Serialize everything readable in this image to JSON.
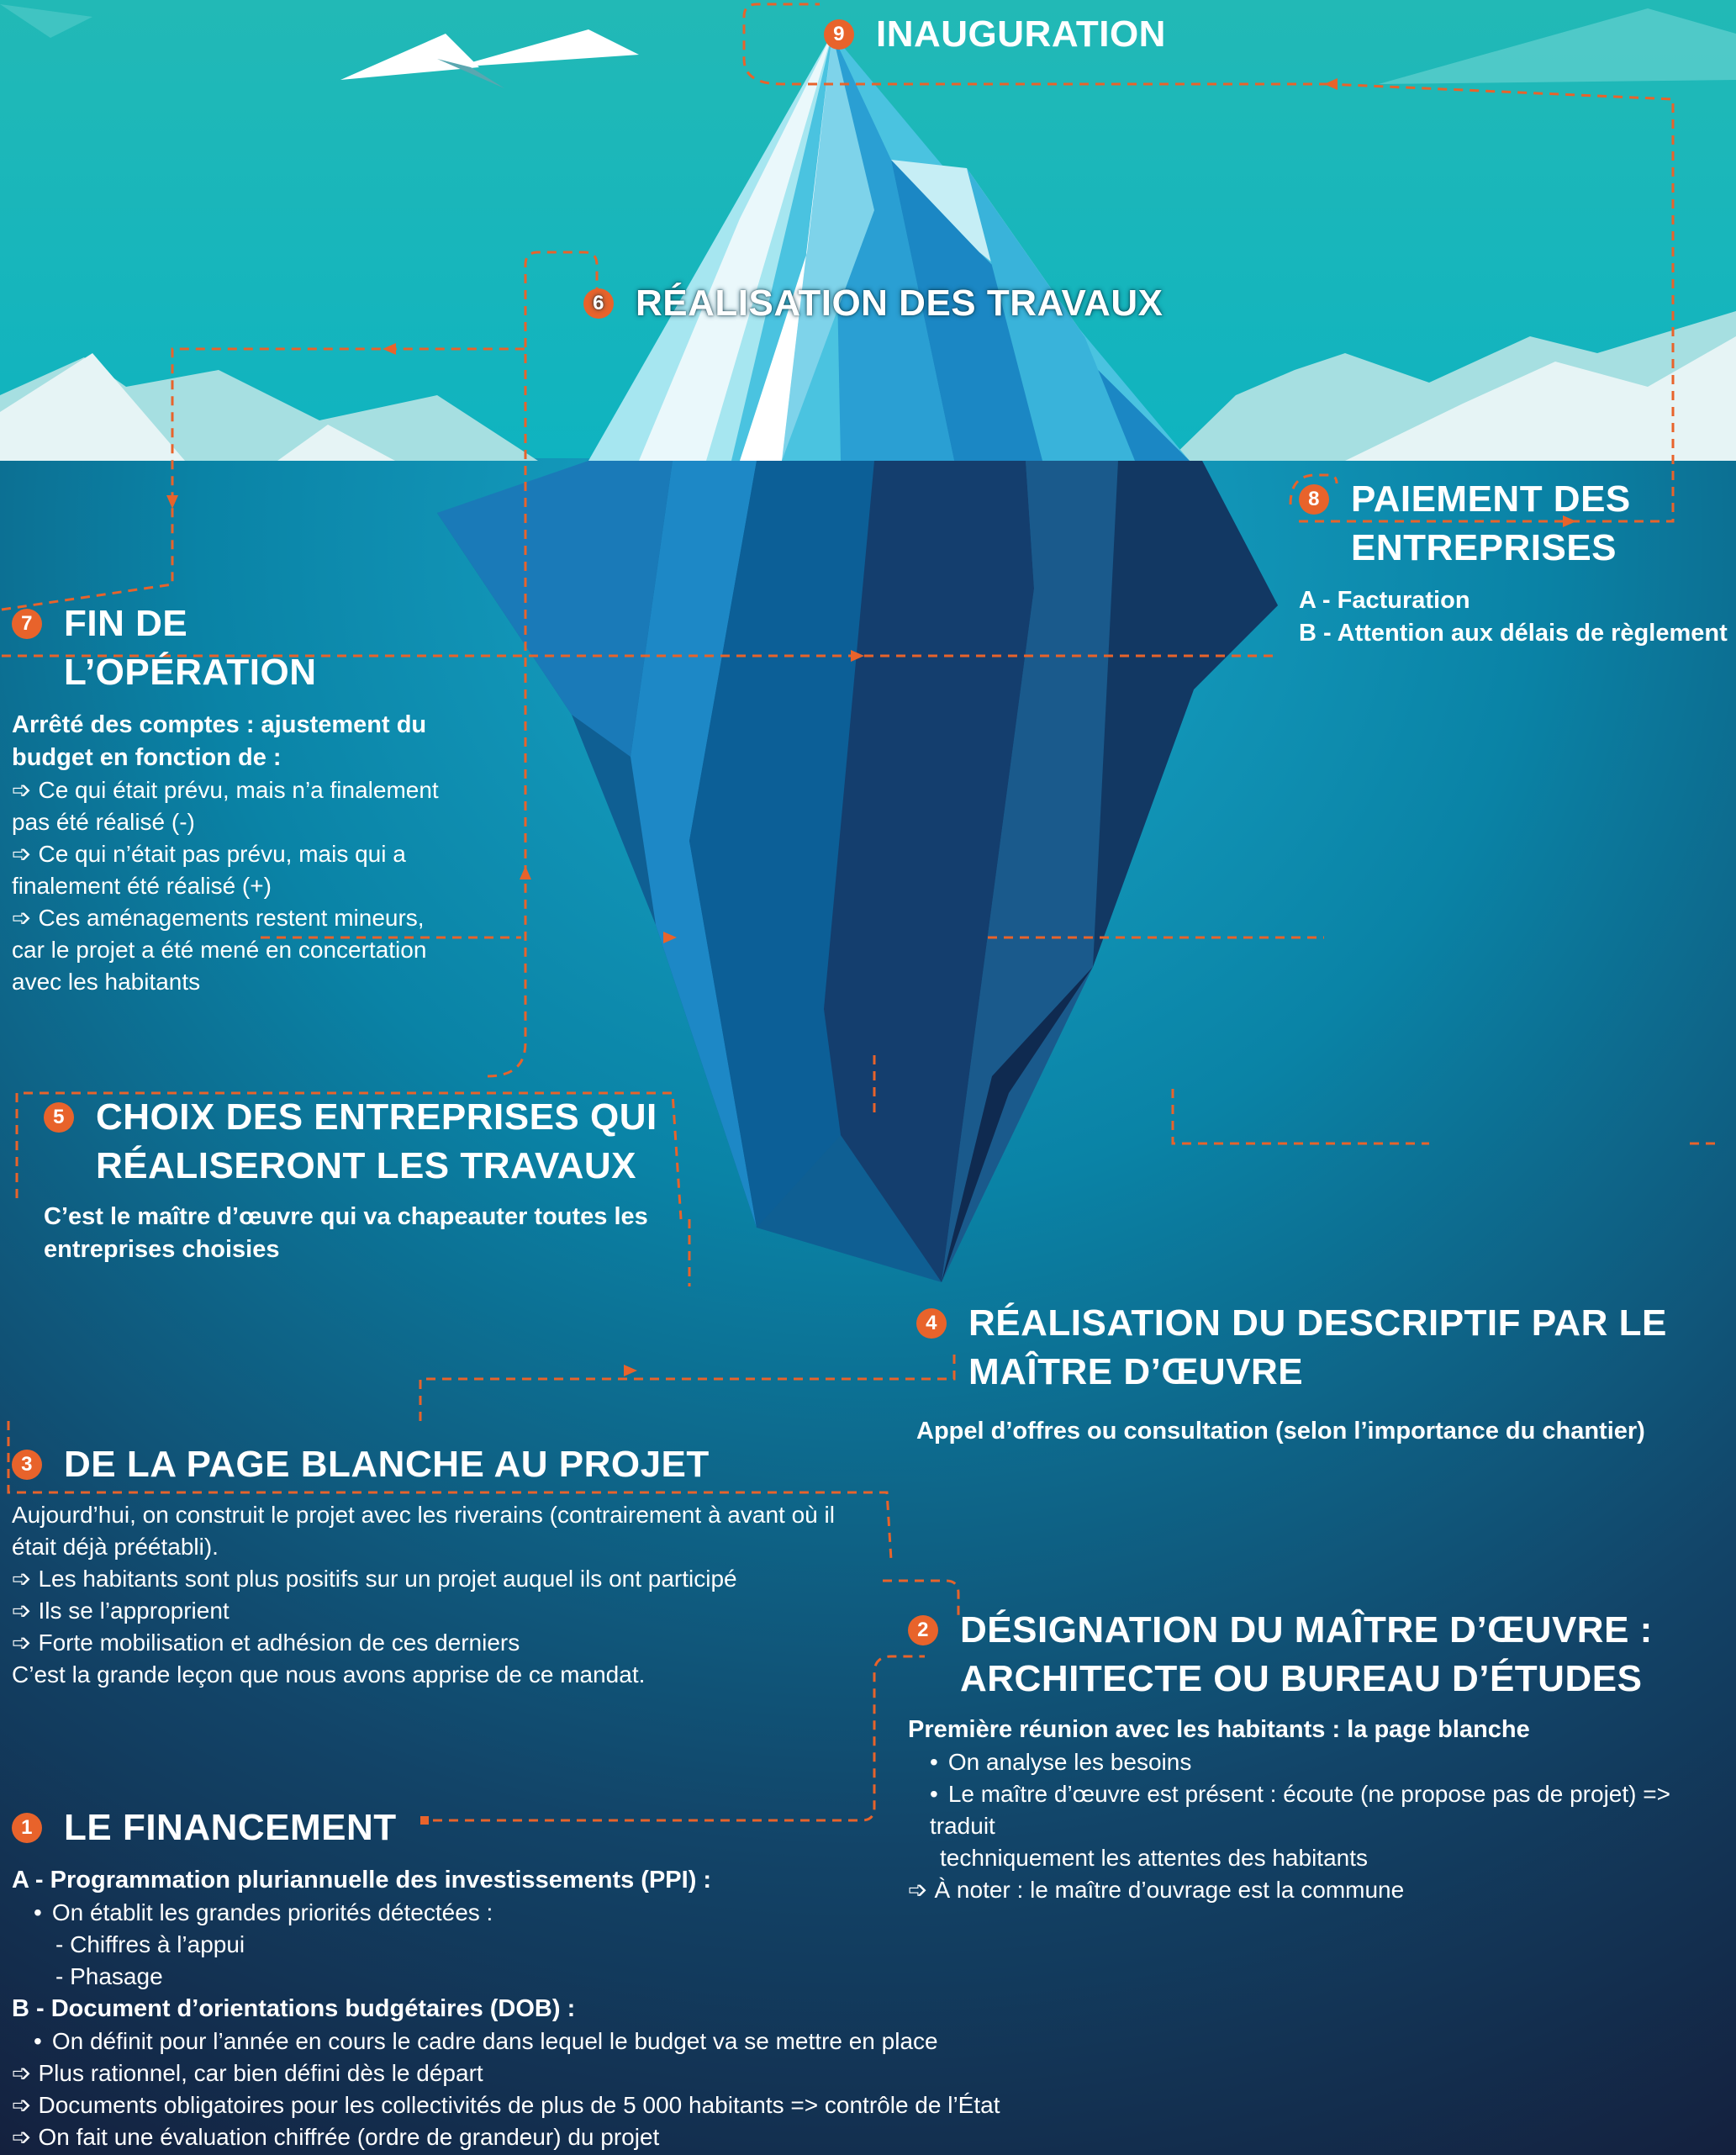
{
  "colors": {
    "accent": "#e8632b",
    "sky": "#16b3b5",
    "deep_sea": "#13233f"
  },
  "steps": {
    "s9": {
      "number": "9",
      "title": "INAUGURATION"
    },
    "s6": {
      "number": "6",
      "title": "RÉALISATION DES TRAVAUX"
    },
    "s8": {
      "number": "8",
      "title_lines": [
        "PAIEMENT DES",
        "ENTREPRISES"
      ],
      "items": [
        "A - Facturation",
        "B - Attention aux délais de règlement"
      ]
    },
    "s7": {
      "number": "7",
      "title": "FIN DE L’OPÉRATION",
      "lead": [
        "Arrêté des comptes : ajustement du",
        "budget en fonction de :"
      ],
      "points": [
        [
          "Ce qui était prévu, mais n’a finalement",
          "pas été réalisé (-)"
        ],
        [
          "Ce qui n’était pas prévu, mais qui a",
          "finalement été réalisé (+)"
        ],
        [
          "Ces aménagements restent mineurs,",
          "car le projet a été mené en concertation",
          "avec les habitants"
        ]
      ]
    },
    "s5": {
      "number": "5",
      "title_lines": [
        "CHOIX DES ENTREPRISES QUI",
        "RÉALISERONT LES TRAVAUX"
      ],
      "note": [
        "C’est le maître d’œuvre qui va chapeauter toutes les",
        "entreprises choisies"
      ]
    },
    "s4": {
      "number": "4",
      "title_lines": [
        "RÉALISATION DU DESCRIPTIF PAR LE",
        "MAÎTRE D’ŒUVRE"
      ],
      "note": "Appel d’offres ou consultation (selon l’importance du chantier)"
    },
    "s3": {
      "number": "3",
      "title": "DE LA PAGE BLANCHE AU PROJET",
      "intro": [
        "Aujourd’hui, on construit le projet avec les riverains (contrairement à avant où il",
        "était déjà préétabli)."
      ],
      "points": [
        "Les habitants sont plus positifs sur un projet auquel ils ont participé",
        "Ils se l’approprient",
        "Forte mobilisation et adhésion de ces derniers"
      ],
      "conclusion": "C’est la grande leçon que nous avons apprise de ce mandat."
    },
    "s2": {
      "number": "2",
      "title_lines": [
        "DÉSIGNATION DU MAÎTRE D’ŒUVRE :",
        "ARCHITECTE OU BUREAU D’ÉTUDES"
      ],
      "lead": "Première réunion avec les habitants : la page blanche",
      "bullets": [
        "On analyse les besoins",
        "Le maître d’œuvre est présent : écoute (ne propose pas de projet) => traduit"
      ],
      "bullet_cont": "techniquement les attentes des habitants",
      "note": "À noter : le maître d’ouvrage est la commune"
    },
    "s1": {
      "number": "1",
      "title": "LE FINANCEMENT",
      "a_title": "A - Programmation pluriannuelle des investissements (PPI) :",
      "a_bullet": "On établit les grandes priorités détectées :",
      "a_subs": [
        "- Chiffres à l’appui",
        "- Phasage"
      ],
      "b_title": "B - Document d’orientations budgétaires (DOB) :",
      "b_bullet": "On définit pour l’année en cours le cadre dans lequel le budget va se mettre en place",
      "b_points": [
        "Plus rationnel, car bien défini dès le départ",
        "Documents obligatoires pour les collectivités de plus de 5 000 habitants => contrôle de l’État",
        "On fait une évaluation chiffrée (ordre de grandeur) du projet"
      ]
    }
  }
}
